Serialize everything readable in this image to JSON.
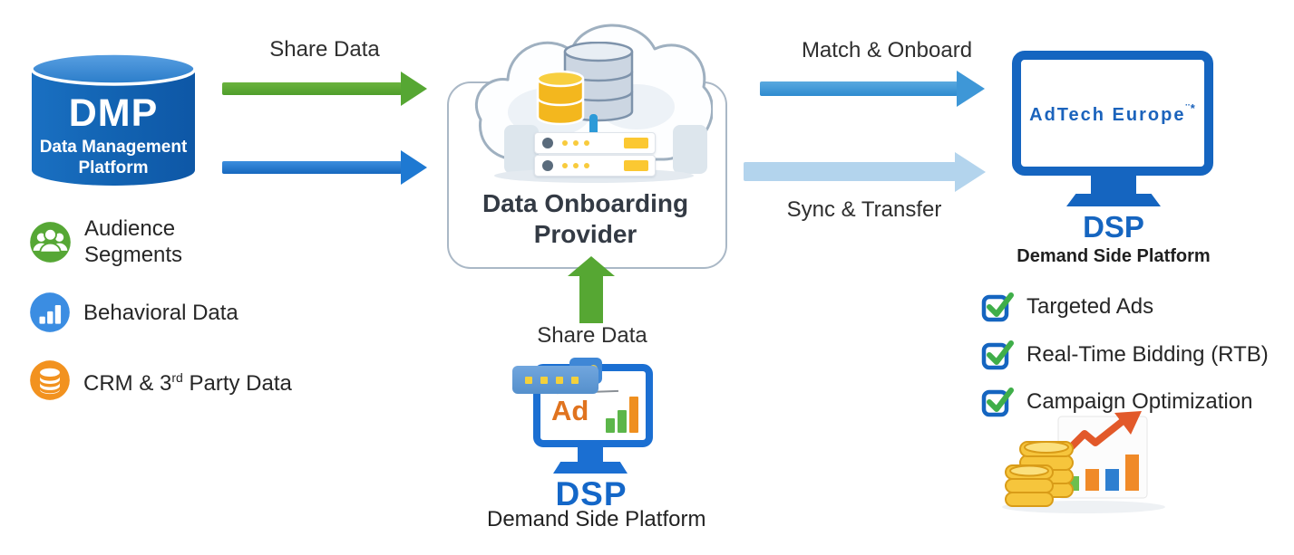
{
  "dmp": {
    "abbr": "DMP",
    "name_line1": "Data Management",
    "name_line2": "Platform"
  },
  "data_sources": {
    "audience": {
      "line1": "Audience",
      "line2": "Segments"
    },
    "behavioral": {
      "label": "Behavioral Data"
    },
    "crm": {
      "prefix": "CRM & 3",
      "sup": "rd",
      "suffix": " Party Data"
    }
  },
  "provider": {
    "title_line1": "Data Onboarding",
    "title_line2": "Provider"
  },
  "flows": {
    "share_data_top": "Share Data",
    "match_onboard": "Match & Onboard",
    "sync_transfer": "Sync & Transfer",
    "share_data_bottom": "Share Data"
  },
  "dsp_bottom": {
    "screen_label": "Ad",
    "abbr": "DSP",
    "name": "Demand Side Platform"
  },
  "dsp_right": {
    "logo_text": "AdTech Europe",
    "logo_mark": "¨*",
    "abbr": "DSP",
    "name": "Demand Side Platform",
    "capabilities": [
      "Targeted Ads",
      "Real-Time Bidding (RTB)",
      "Campaign Optimization"
    ]
  },
  "colors": {
    "dmp_blue": "#1263b2",
    "dsp_blue": "#1565c0",
    "green_arrow": "#56a733",
    "blue_arrow": "#1e79d2",
    "medium_blue_arrow": "#3e97d7",
    "light_blue_arrow": "#b3d4ed",
    "audience_green": "#56a735",
    "behavioral_blue": "#3b8de2",
    "crm_orange": "#f2921f",
    "check_green": "#3fae49",
    "checkbox_blue": "#1565c0",
    "server_yellow": "#f8cb3d",
    "coin_gold": "#f5c33b",
    "growth_arrow_orange": "#e2592a"
  }
}
